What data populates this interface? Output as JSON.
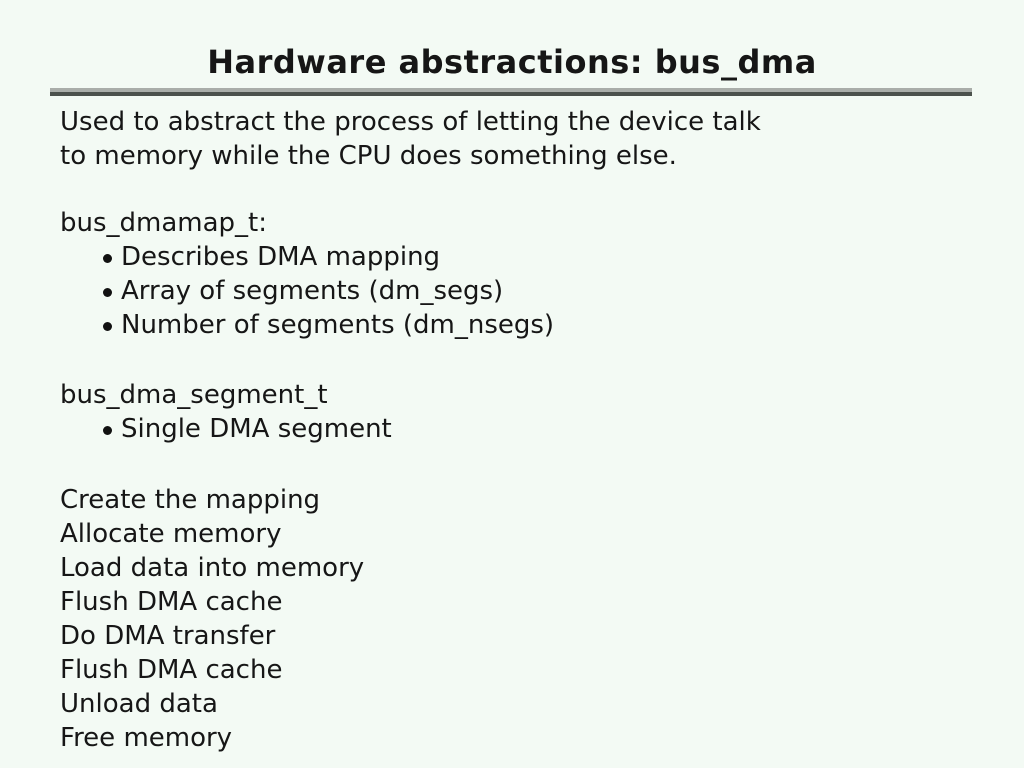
{
  "slide": {
    "title": "Hardware abstractions: bus_dma",
    "intro_lines": [
      "Used to abstract the process of letting the device talk",
      "to memory while the CPU does something else."
    ],
    "sections": [
      {
        "heading": "bus_dmamap_t:",
        "bullets": [
          "Describes DMA mapping",
          "Array of segments (dm_segs)",
          "Number of segments (dm_nsegs)"
        ]
      },
      {
        "heading": "bus_dma_segment_t",
        "bullets": [
          "Single DMA segment"
        ]
      }
    ],
    "steps": [
      "Create the mapping",
      "Allocate memory",
      "Load data into memory",
      "Flush DMA cache",
      "Do DMA transfer",
      "Flush DMA cache",
      "Unload data",
      "Free memory"
    ]
  },
  "colors": {
    "background": "#f3faf4",
    "text": "#161616",
    "rule_light": "#a9ada9",
    "rule_dark": "#4b514c"
  }
}
